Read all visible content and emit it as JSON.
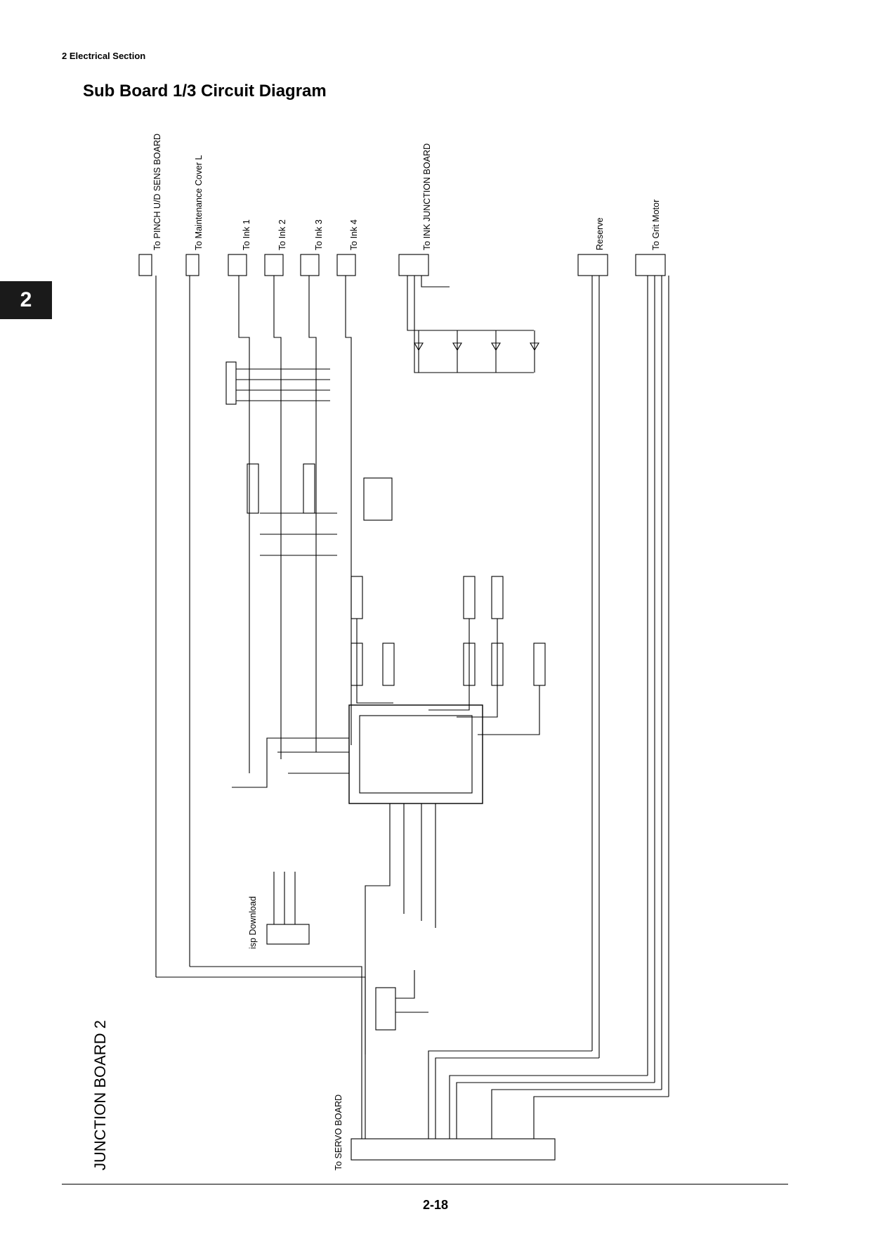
{
  "header": {
    "section": "2  Electrical Section",
    "title": "Sub Board  1/3 Circuit Diagram"
  },
  "tab": {
    "number": "2"
  },
  "footer": {
    "page": "2-18"
  },
  "diagram": {
    "board_label": "JUNCTION BOARD 2",
    "connector_labels": [
      "To PINCH U/D SENS BOARD",
      "To Maintenance Cover L",
      "To Ink 1",
      "To Ink 2",
      "To Ink 3",
      "To Ink 4",
      "To INK JUNCTION BOARD",
      "Reserve",
      "To Grit Motor"
    ],
    "isp_label": "isp Download",
    "servo_label": "To SERVO BOARD"
  }
}
